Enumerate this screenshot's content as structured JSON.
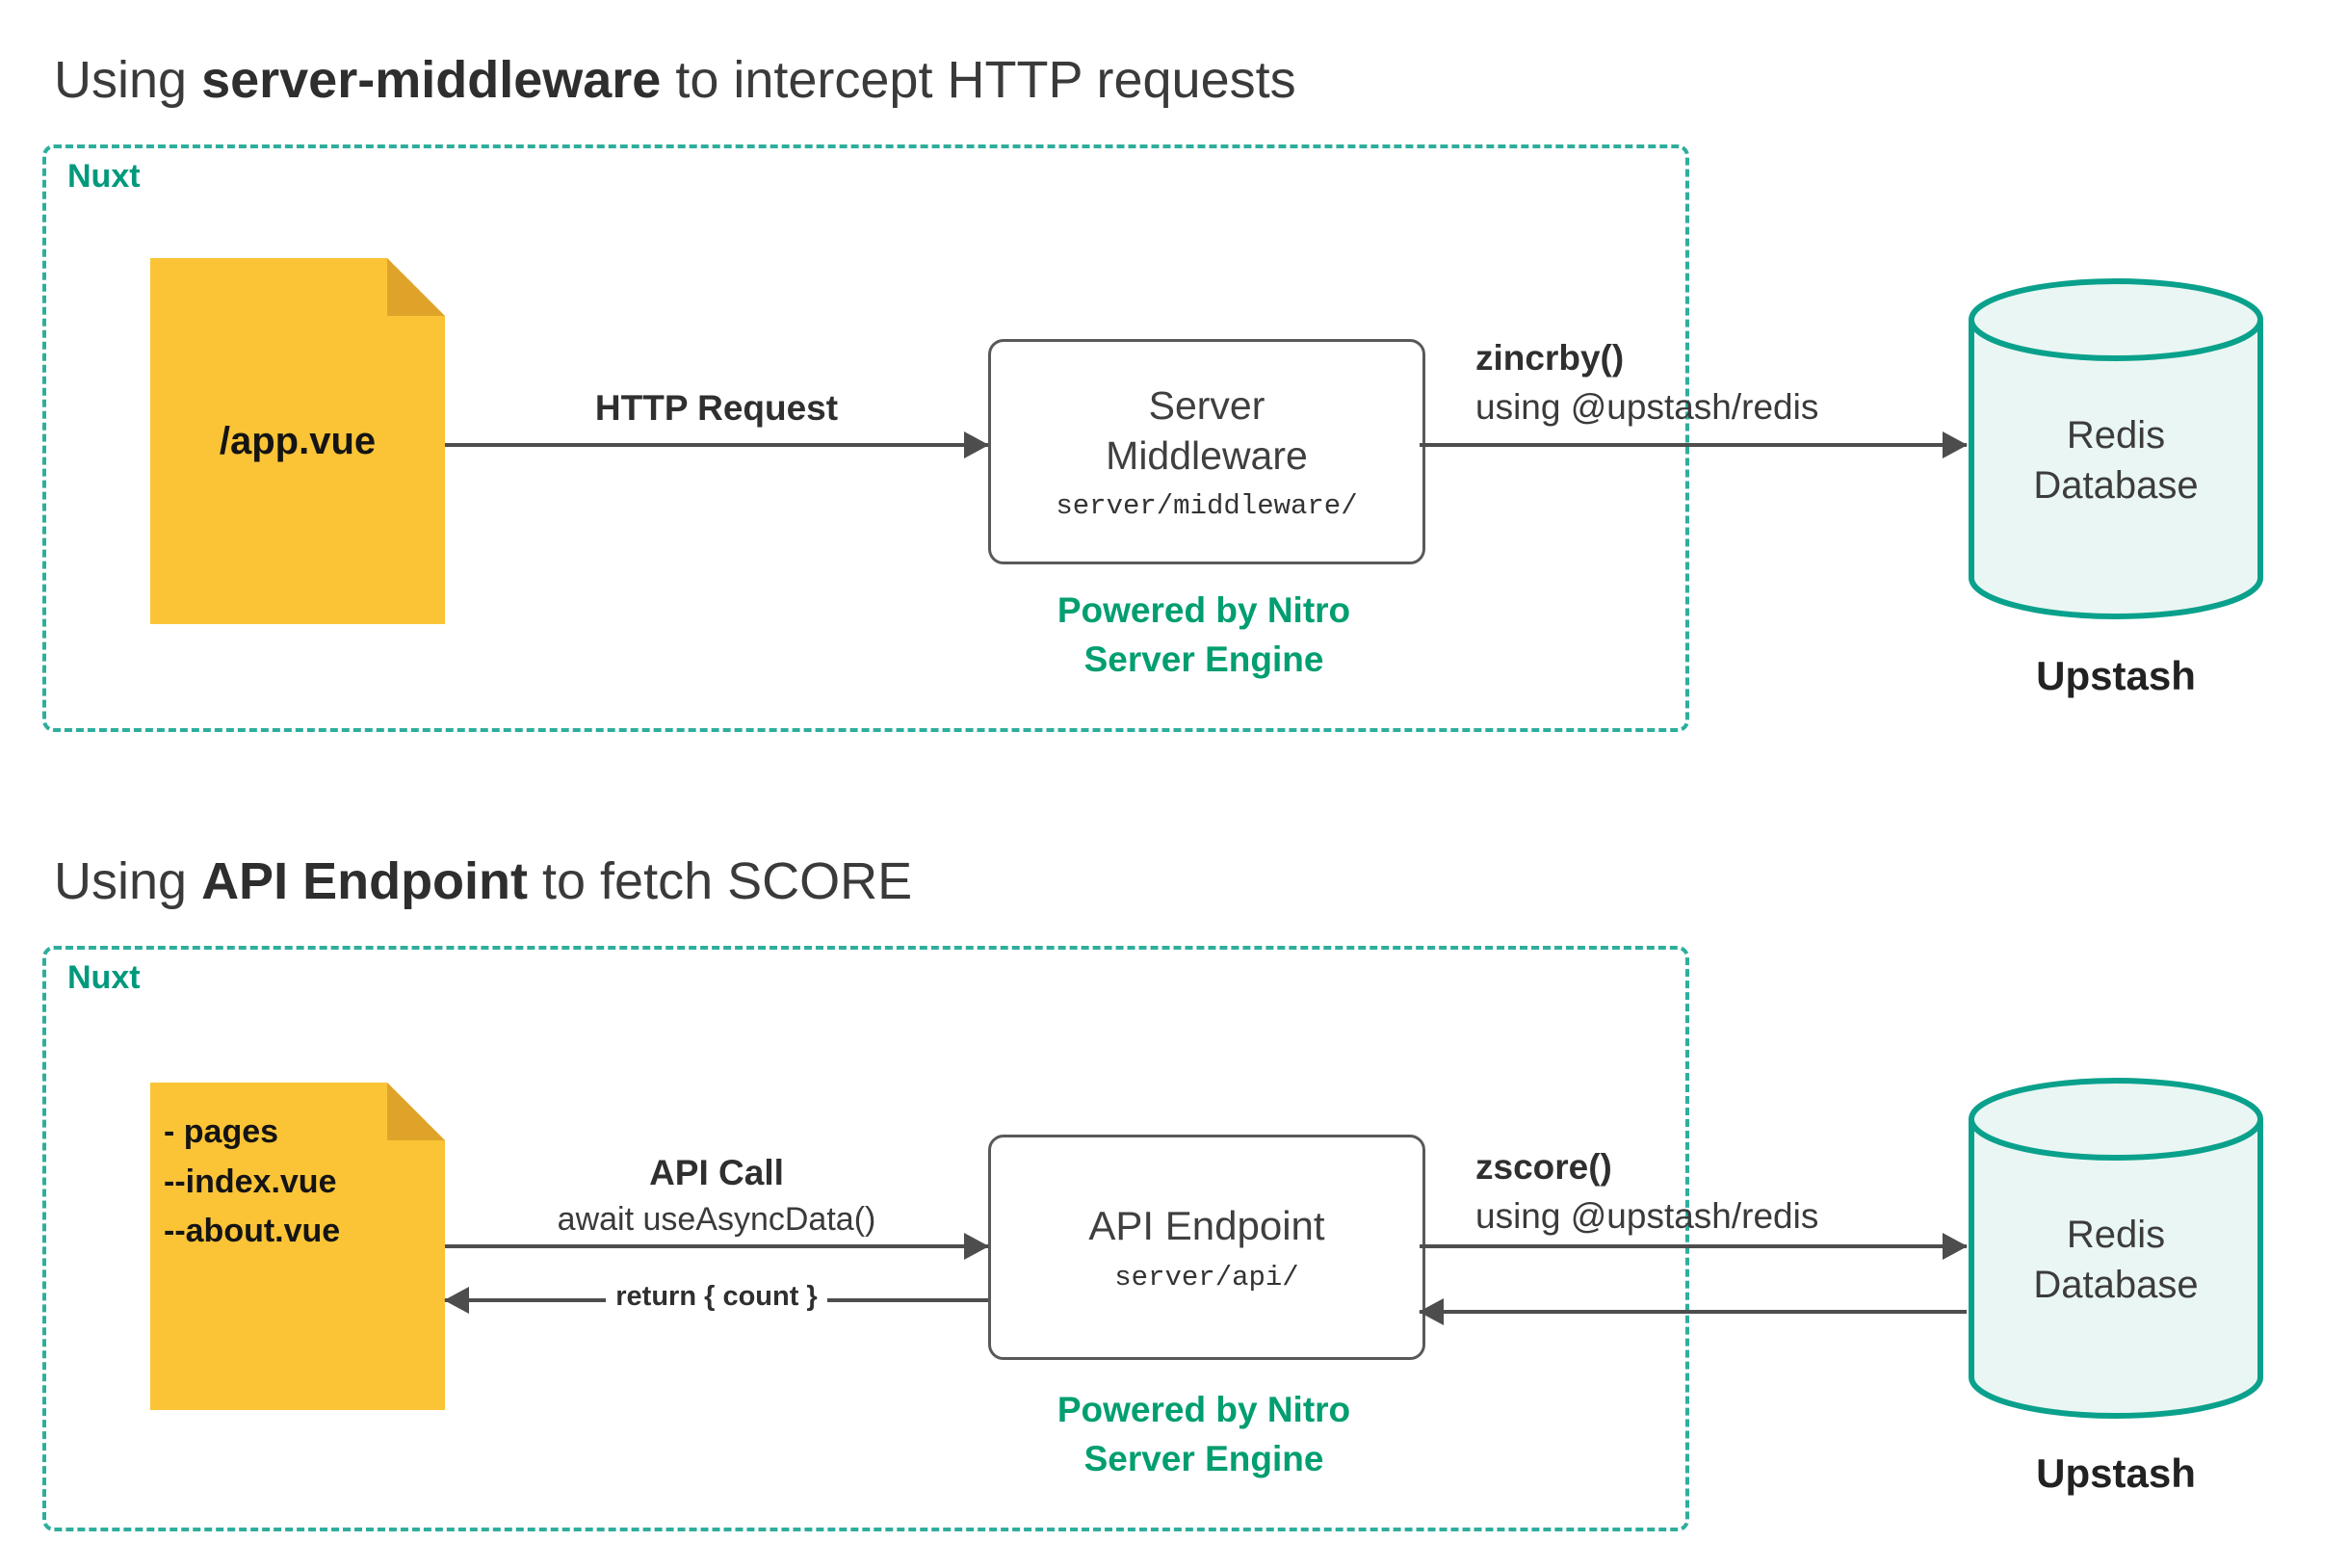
{
  "colors": {
    "container_border_teal": "#2eae9c",
    "nuxt_label_green": "#00997c",
    "nitro_green": "#009e70",
    "cylinder_border": "#0aa18c",
    "cylinder_fill": "#eaf6f3",
    "file_yellow": "#fbc437",
    "file_fold": "#dfa32a",
    "arrow_gray": "#4d4d4d",
    "text_dark": "#3d3d3d"
  },
  "section1": {
    "title": {
      "prefix": "Using ",
      "bold": "server-middleware",
      "suffix": " to intercept HTTP requests"
    },
    "container_label": "Nuxt",
    "file_label": "/app.vue",
    "request_arrow_label": "HTTP Request",
    "node": {
      "line1": "Server",
      "line2": "Middleware",
      "code": "server/middleware/"
    },
    "powered": {
      "line1": "Powered by Nitro",
      "line2": "Server Engine"
    },
    "redis_arrow": {
      "command": "zincrby()",
      "via": "using @upstash/redis"
    },
    "database": {
      "line1": "Redis",
      "line2": "Database",
      "caption": "Upstash"
    }
  },
  "section2": {
    "title": {
      "prefix": "Using ",
      "bold": "API Endpoint",
      "suffix": " to fetch SCORE"
    },
    "container_label": "Nuxt",
    "file_lines": [
      "- pages",
      "--index.vue",
      "--about.vue"
    ],
    "call_arrow": {
      "label": "API Call",
      "sub": "await useAsyncData()"
    },
    "return_arrow_label": "return { count }",
    "node": {
      "line1": "API Endpoint",
      "code": "server/api/"
    },
    "powered": {
      "line1": "Powered by Nitro",
      "line2": "Server Engine"
    },
    "redis_arrow": {
      "command": "zscore()",
      "via": "using @upstash/redis"
    },
    "database": {
      "line1": "Redis",
      "line2": "Database",
      "caption": "Upstash"
    }
  }
}
